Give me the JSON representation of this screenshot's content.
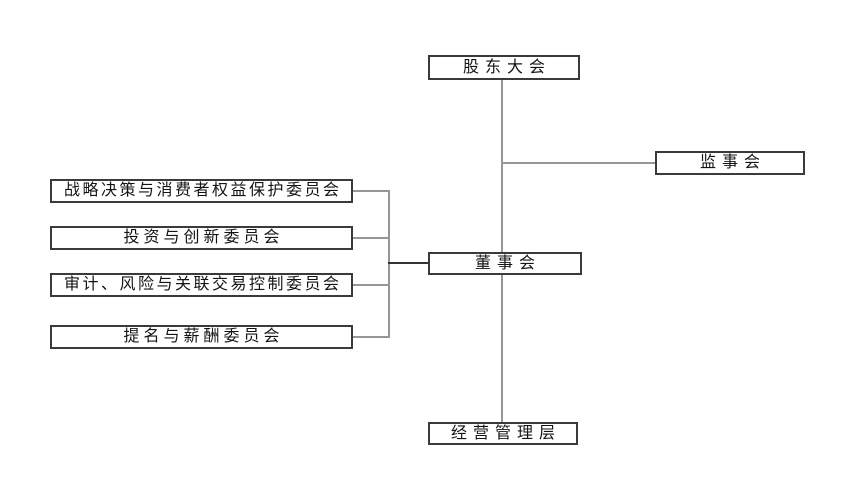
{
  "diagram": {
    "type": "org-chart",
    "background": "#ffffff",
    "colors": {
      "box_border": "#3a3a3a",
      "box_fill": "#ffffff",
      "text": "#141414",
      "connector": "#969696",
      "connector_dark": "#333333"
    },
    "nodes": {
      "shareholders": {
        "label": "股东大会"
      },
      "supervisory": {
        "label": "监事会"
      },
      "board": {
        "label": "董事会"
      },
      "management": {
        "label": "经营管理层"
      },
      "committee_strategy": {
        "label": "战略决策与消费者权益保护委员会"
      },
      "committee_investment": {
        "label": "投资与创新委员会"
      },
      "committee_audit": {
        "label": "审计、风险与关联交易控制委员会"
      },
      "committee_nomination": {
        "label": "提名与薪酬委员会"
      }
    },
    "edges": [
      {
        "from": "shareholders",
        "to": "board"
      },
      {
        "from": "shareholders",
        "to": "supervisory"
      },
      {
        "from": "board",
        "to": "management"
      },
      {
        "from": "board",
        "to": "committee_strategy"
      },
      {
        "from": "board",
        "to": "committee_investment"
      },
      {
        "from": "board",
        "to": "committee_audit"
      },
      {
        "from": "board",
        "to": "committee_nomination"
      }
    ]
  }
}
